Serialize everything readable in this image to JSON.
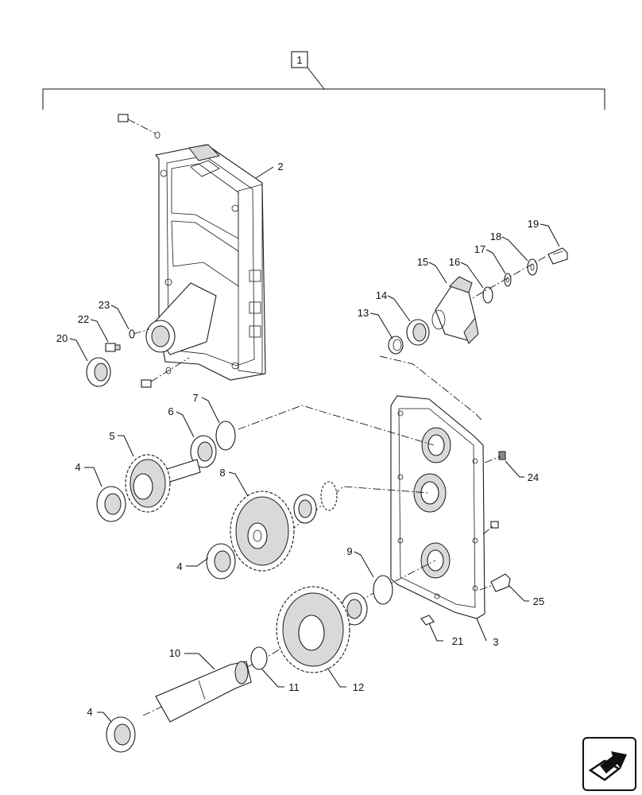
{
  "assembly": {
    "item": "1"
  },
  "callouts": {
    "c2": "2",
    "c3": "3",
    "c4a": "4",
    "c4b": "4",
    "c4c": "4",
    "c5": "5",
    "c6": "6",
    "c7": "7",
    "c8": "8",
    "c9": "9",
    "c10": "10",
    "c11": "11",
    "c12": "12",
    "c13": "13",
    "c14": "14",
    "c15": "15",
    "c16": "16",
    "c17": "17",
    "c18": "18",
    "c19": "19",
    "c20": "20",
    "c21": "21",
    "c22": "22",
    "c23": "23",
    "c24": "24",
    "c25": "25"
  },
  "icons": {
    "nav": "next-page-arrow-icon"
  }
}
